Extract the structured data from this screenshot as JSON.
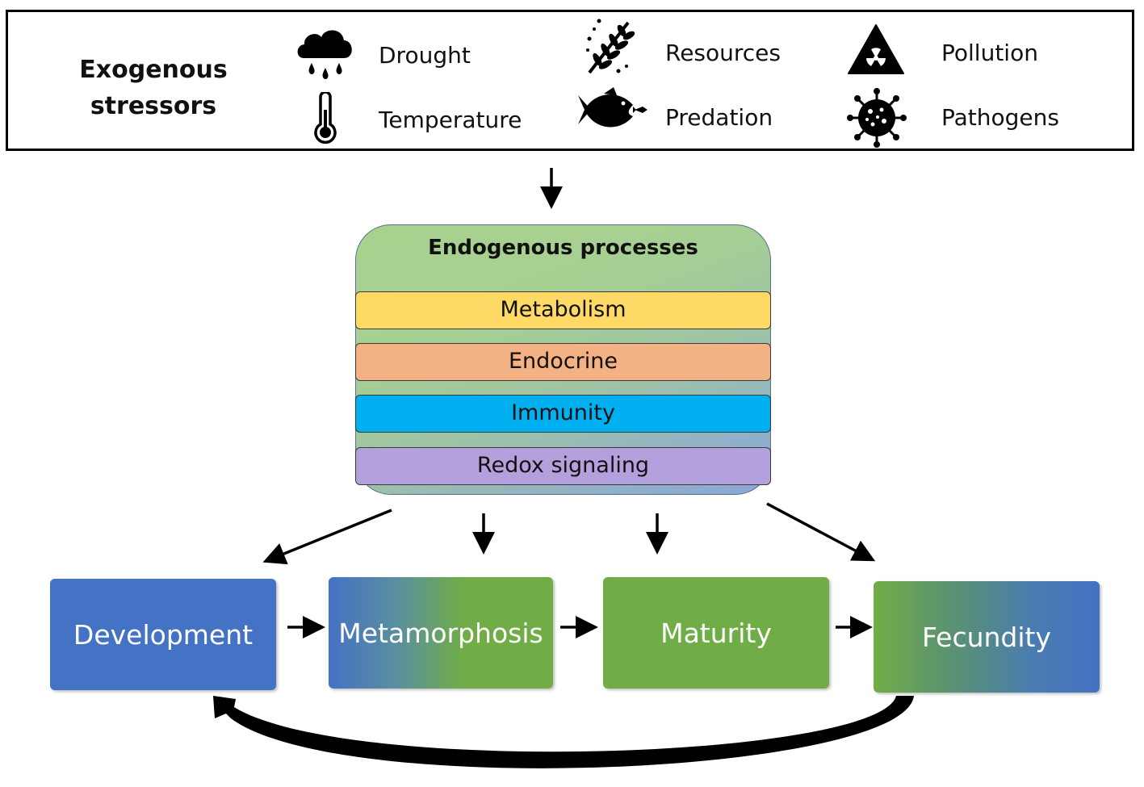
{
  "exogenous": {
    "title_line1": "Exogenous",
    "title_line2": "stressors",
    "items": [
      {
        "label": "Drought",
        "icon": "rain-cloud-icon"
      },
      {
        "label": "Temperature",
        "icon": "thermometer-icon"
      },
      {
        "label": "Resources",
        "icon": "plant-sprig-icon"
      },
      {
        "label": "Predation",
        "icon": "fish-icon"
      },
      {
        "label": "Pollution",
        "icon": "radiation-warning-icon"
      },
      {
        "label": "Pathogens",
        "icon": "virus-icon"
      }
    ]
  },
  "endogenous": {
    "title": "Endogenous processes",
    "layers": [
      {
        "label": "Metabolism",
        "color": "#ffd966"
      },
      {
        "label": "Endocrine",
        "color": "#f4b183"
      },
      {
        "label": "Immunity",
        "color": "#00b0f0"
      },
      {
        "label": "Redox signaling",
        "color": "#b4a0dc"
      }
    ]
  },
  "stages": [
    {
      "label": "Development",
      "color": "#4472c4"
    },
    {
      "label": "Metamorphosis",
      "color": "#4472c4 → #70ad47"
    },
    {
      "label": "Maturity",
      "color": "#70ad47"
    },
    {
      "label": "Fecundity",
      "color": "#70ad47 → #4472c4"
    }
  ],
  "colors": {
    "blue": "#4472c4",
    "green": "#70ad47",
    "endo_green": "#a9d18e",
    "endo_blue": "#8aa8d6"
  }
}
